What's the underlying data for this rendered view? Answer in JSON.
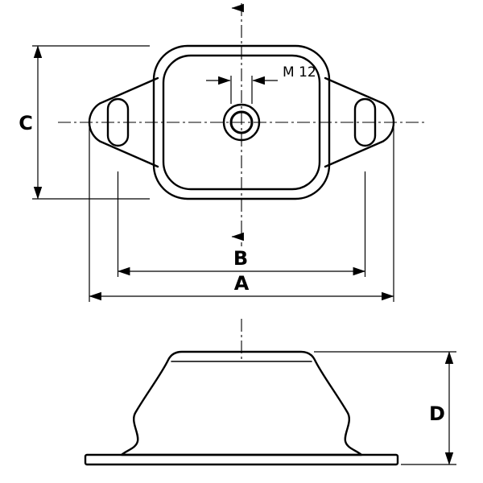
{
  "drawing": {
    "colors": {
      "line": "#000000",
      "background": "#ffffff"
    },
    "labels": {
      "dim_a": "A",
      "dim_b": "B",
      "dim_c": "C",
      "dim_d": "D",
      "thread": "M 12"
    }
  }
}
